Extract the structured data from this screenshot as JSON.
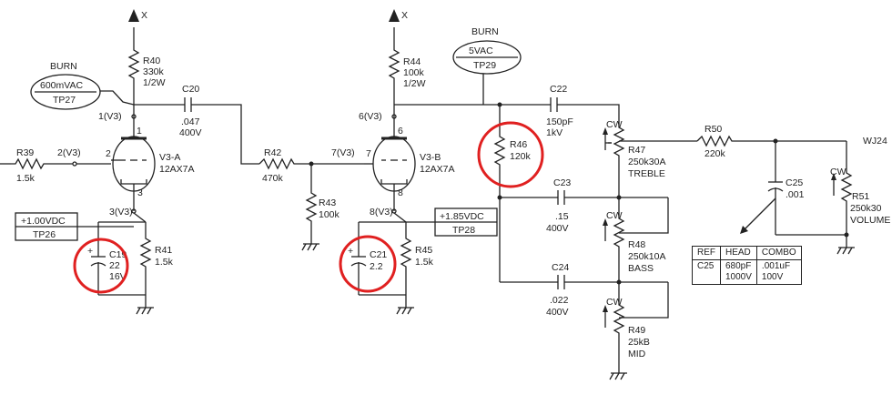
{
  "supply_top": [
    "X",
    "X"
  ],
  "burn_1": {
    "title": "BURN",
    "value": "600mVAC",
    "tp": "TP27"
  },
  "burn_2": {
    "title": "BURN",
    "value": "5VAC",
    "tp": "TP29"
  },
  "tp26": {
    "value": "+1.00VDC",
    "tp": "TP26"
  },
  "tp28": {
    "value": "+1.85VDC",
    "tp": "TP28"
  },
  "resistors": {
    "r39": [
      "R39",
      "1.5k"
    ],
    "r40": [
      "R40",
      "330k",
      "1/2W"
    ],
    "r41": [
      "R41",
      "1.5k"
    ],
    "r42": [
      "R42",
      "470k"
    ],
    "r43": [
      "R43",
      "100k"
    ],
    "r44": [
      "R44",
      "100k",
      "1/2W"
    ],
    "r45": [
      "R45",
      "1.5k"
    ],
    "r46": [
      "R46",
      "120k"
    ],
    "r50": [
      "R50",
      "220k"
    ]
  },
  "capacitors": {
    "c19": [
      "C19",
      "22",
      "16V"
    ],
    "c20": [
      "C20",
      ".047",
      "400V"
    ],
    "c21": [
      "C21",
      "2.2"
    ],
    "c22": [
      "C22",
      "150pF",
      "1kV"
    ],
    "c23": [
      "C23",
      ".15",
      "400V"
    ],
    "c24": [
      "C24",
      ".022",
      "400V"
    ],
    "c25": [
      "C25",
      ".001"
    ]
  },
  "pots": {
    "r47": [
      "R47",
      "250k30A",
      "TREBLE"
    ],
    "r48": [
      "R48",
      "250k10A",
      "BASS"
    ],
    "r49": [
      "R49",
      "25kB",
      "MID"
    ],
    "r51": [
      "R51",
      "250k30",
      "VOLUME"
    ]
  },
  "tubes": {
    "v3a": [
      "V3-A",
      "12AX7A"
    ],
    "v3b": [
      "V3-B",
      "12AX7A"
    ]
  },
  "pins": {
    "p1": "1(V3)",
    "p2": "2(V3)",
    "p3": "3(V3)",
    "p6": "6(V3)",
    "p7": "7(V3)",
    "p8": "8(V3)",
    "n1": "1",
    "n2": "2",
    "n3": "3",
    "n6": "6",
    "n7": "7",
    "n8": "8"
  },
  "cw": "CW",
  "plus": "+",
  "wj": "WJ24",
  "table": {
    "headers": [
      "REF",
      "HEAD",
      "COMBO"
    ],
    "rows": [
      [
        "C25",
        "680pF\n1000V",
        ".001uF\n100V"
      ]
    ]
  }
}
